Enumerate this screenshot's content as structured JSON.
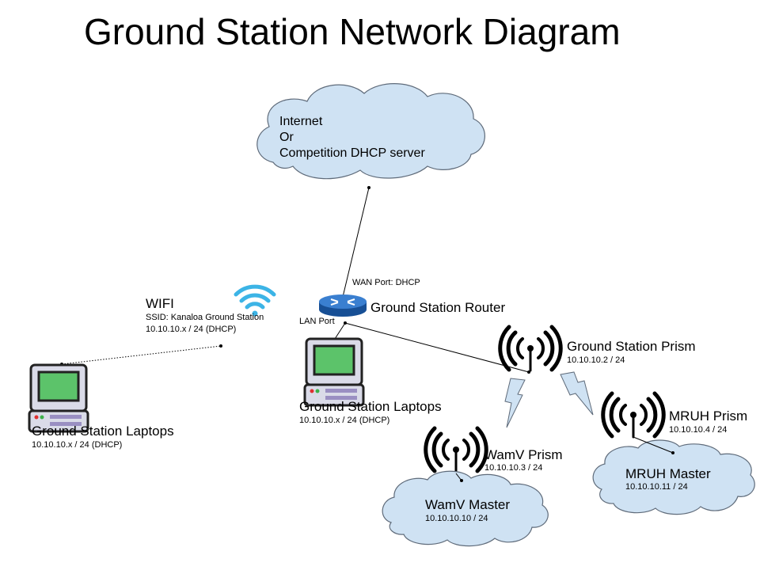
{
  "title": "Ground Station Network Diagram",
  "internet_cloud": {
    "lines": [
      "Internet",
      "Or",
      "Competition DHCP server"
    ]
  },
  "router": {
    "name": "Ground Station Router",
    "wan_port": "WAN Port: DHCP",
    "lan_port": "LAN Port"
  },
  "wifi": {
    "label": "WIFI",
    "ssid": "SSID: Kanaloa Ground Station",
    "subnet": "10.10.10.x / 24 (DHCP)"
  },
  "laptops_left": {
    "name": "Ground Station Laptops",
    "subnet": "10.10.10.x / 24 (DHCP)"
  },
  "laptops_center": {
    "name": "Ground Station Laptops",
    "subnet": "10.10.10.x / 24 (DHCP)"
  },
  "gs_prism": {
    "name": "Ground Station Prism",
    "ip": "10.10.10.2 / 24"
  },
  "wamv_prism": {
    "name": "WamV Prism",
    "ip": "10.10.10.3 / 24"
  },
  "mruh_prism": {
    "name": "MRUH Prism",
    "ip": "10.10.10.4 / 24"
  },
  "wamv_master": {
    "name": "WamV Master",
    "ip": "10.10.10.10 / 24"
  },
  "mruh_master": {
    "name": "MRUH Master",
    "ip": "10.10.10.11 / 24"
  },
  "colors": {
    "cloud_fill": "#cfe2f3",
    "cloud_stroke": "#5f6b7a",
    "wifi_blue": "#3cb4e6",
    "router_blue": "#1f63b8",
    "bolt_fill": "#cfe2f3",
    "monitor_green": "#5cc36a",
    "computer_body": "#dadbe8"
  }
}
